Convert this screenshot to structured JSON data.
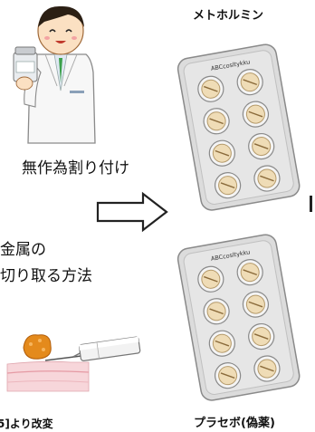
{
  "labels": {
    "drug_top": "メトホルミン",
    "drug_bottom": "プラセボ(偽薬)",
    "randomization": "無作為割り付け",
    "method_line1": "金属の",
    "method_line2": "切り取る方法",
    "source": "5]より改変"
  },
  "blister_brand": "ABCcosltykku",
  "icons": [
    "doctor-icon",
    "arrow-icon",
    "blister-pack-icon",
    "biopsy-tool-icon"
  ],
  "colors": {
    "arrow_outline": "#222222",
    "blister_pack": "#dcdcdc",
    "pill": "#efdcb6",
    "skin": "#f4c9cf",
    "tissue": "#e48a1c"
  }
}
